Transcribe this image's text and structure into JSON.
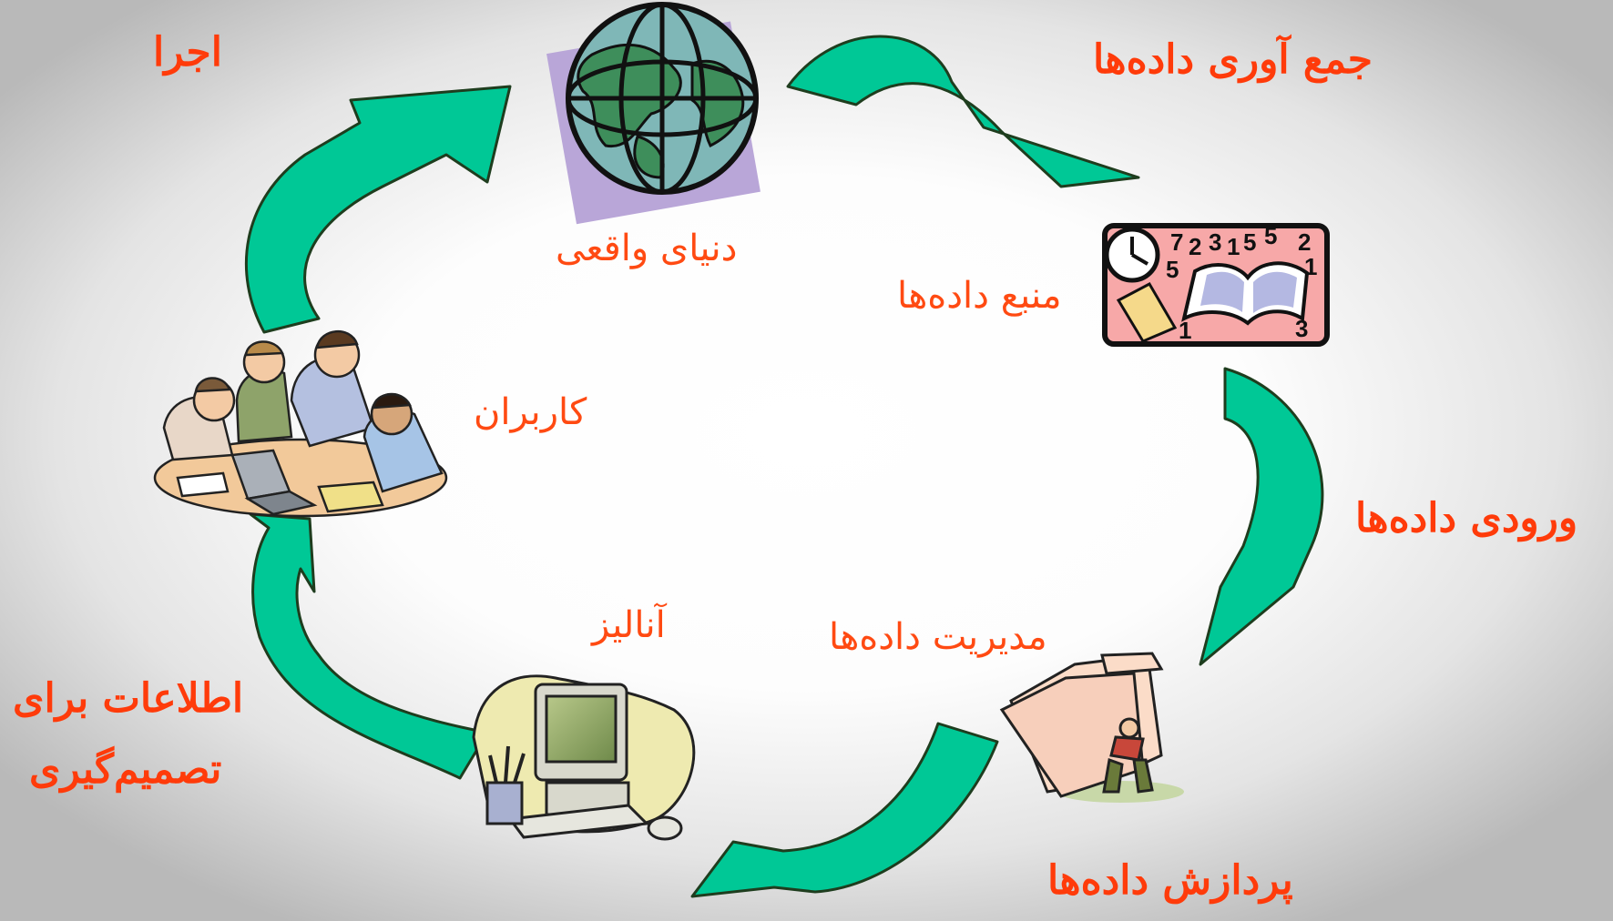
{
  "diagram": {
    "labels": {
      "collection": "جمع آوری داده‌ها",
      "real_world": "دنیای واقعی",
      "execution": "اجرا",
      "data_source": "منبع داده‌ها",
      "users": "کاربران",
      "data_input": "ورودی داده‌ها",
      "data_management": "مدیریت داده‌ها",
      "analysis": "آنالیز",
      "info_line1": "اطلاعات برای",
      "info_line2": "تصمیم‌گیری",
      "data_processing": "پردازش داده‌ها"
    },
    "book_numbers": [
      "7",
      "2",
      "3",
      "1",
      "5",
      "5",
      "2",
      "5",
      "1",
      "1",
      "3"
    ],
    "colors": {
      "arrow_fill": "#00c896",
      "arrow_stroke": "#1e3d1e",
      "label_text": "#ff4a12",
      "book_panel": "#f7a8a8",
      "globe_land": "#3e8e5b",
      "globe_sea": "#7fb7b7",
      "shadow_square": "#b9a6d8"
    }
  }
}
